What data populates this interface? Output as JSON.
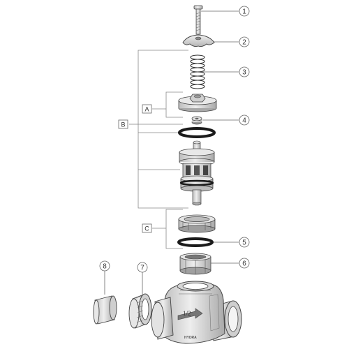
{
  "diagram": {
    "callouts": [
      "1",
      "2",
      "3",
      "4",
      "5",
      "6",
      "7",
      "8"
    ],
    "groups": [
      "A",
      "B",
      "C"
    ],
    "body_brand": "HYDRA",
    "body_size": "1/2"
  },
  "colors": {
    "line": "#555555",
    "metal": "#d8d8d8",
    "metal_dark": "#a8a8a8",
    "ring": "#1a1a1a"
  }
}
